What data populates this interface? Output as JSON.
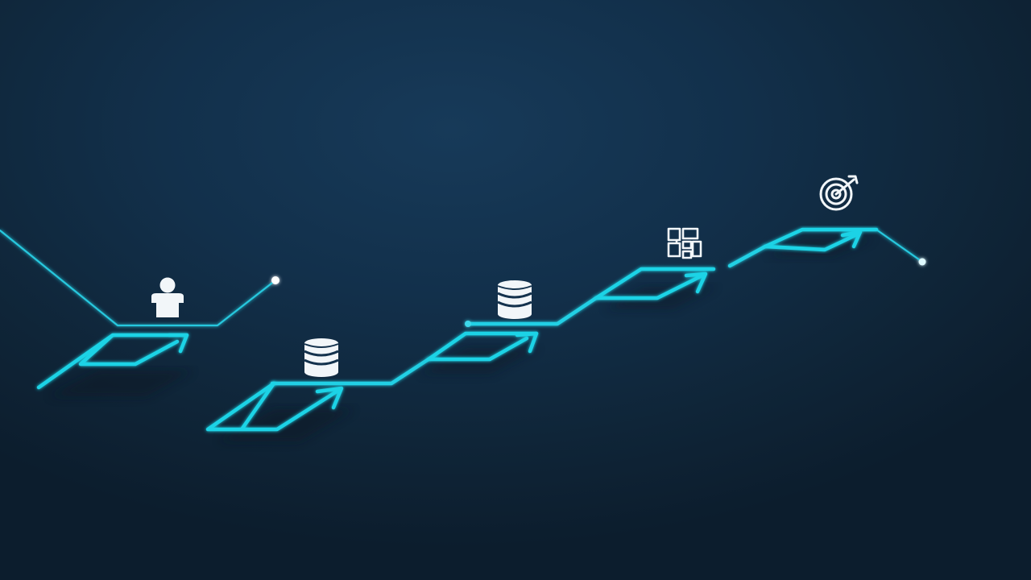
{
  "diagram": {
    "type": "progress-path",
    "colors": {
      "background": "#12304b",
      "accent": "#1fd3e6",
      "line": "#29c6dc",
      "icon": "#f2f6f9"
    },
    "stages": [
      {
        "id": "stage-1",
        "icon": "person-icon"
      },
      {
        "id": "stage-2",
        "icon": "database-icon"
      },
      {
        "id": "stage-3",
        "icon": "database-icon"
      },
      {
        "id": "stage-4",
        "icon": "blocks-icon"
      },
      {
        "id": "stage-5",
        "icon": "target-icon"
      }
    ]
  }
}
